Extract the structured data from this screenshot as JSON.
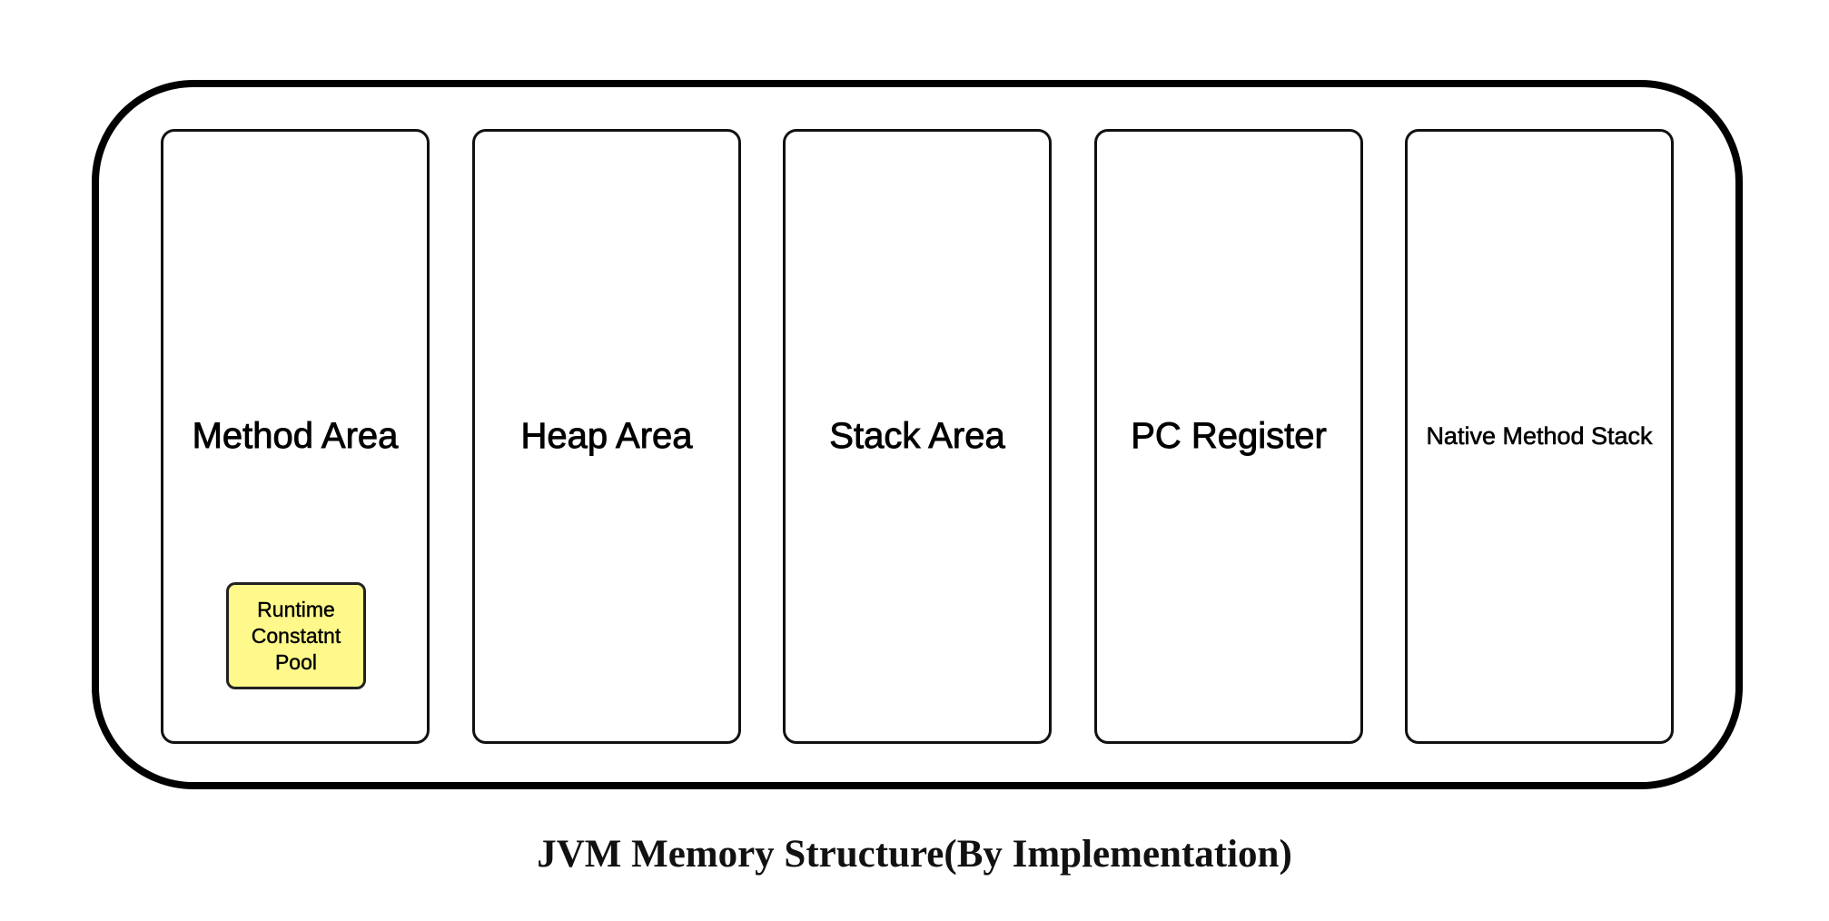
{
  "diagram": {
    "areas": [
      {
        "label": "Method Area"
      },
      {
        "label": "Heap Area"
      },
      {
        "label": "Stack Area"
      },
      {
        "label": "PC Register"
      },
      {
        "label": "Native Method Stack"
      }
    ],
    "runtime_pool": {
      "label": "Runtime Constatnt Pool",
      "fill_color": "#fef98a"
    },
    "caption": "JVM Memory Structure(By Implementation)"
  }
}
